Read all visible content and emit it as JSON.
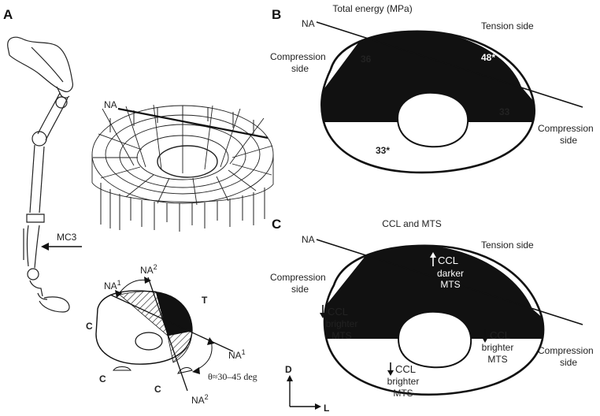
{
  "panel_a": {
    "letter": "A",
    "mesh_na": "NA",
    "mc3": "MC3",
    "na1_top": "NA",
    "na1_top_sup": "1",
    "na2_top": "NA",
    "na2_top_sup": "2",
    "na1_right": "NA",
    "na1_right_sup": "1",
    "na2_bottom": "NA",
    "na2_bottom_sup": "2",
    "t_label": "T",
    "c_left": "C",
    "c_bottom_left": "C",
    "c_bottom_mid": "C",
    "theta": "θ≈30–45 deg"
  },
  "panel_b": {
    "letter": "B",
    "title": "Total energy (MPa)",
    "na": "NA",
    "tension": "Tension side",
    "compression_left_1": "Compression",
    "compression_left_2": "side",
    "compression_right_1": "Compression",
    "compression_right_2": "side",
    "val_top_left": "36",
    "val_top_right": "48*",
    "val_right": "33",
    "val_bottom_left": "33*"
  },
  "panel_c": {
    "letter": "C",
    "title": "CCL and MTS",
    "na": "NA",
    "tension": "Tension side",
    "compression_left_1": "Compression",
    "compression_left_2": "side",
    "compression_right_1": "Compression",
    "compression_right_2": "side",
    "tension_ccl": "CCL",
    "tension_mts_1": "darker",
    "tension_mts_2": "MTS",
    "left_ccl": "CCL",
    "left_mts_1": "brighter",
    "left_mts_2": "MTS",
    "right_ccl": "CCL",
    "right_mts_1": "brighter",
    "right_mts_2": "MTS",
    "bottom_ccl": "CCL",
    "bottom_mts_1": "brighter",
    "bottom_mts_2": "MTS",
    "axis_d": "D",
    "axis_l": "L"
  }
}
